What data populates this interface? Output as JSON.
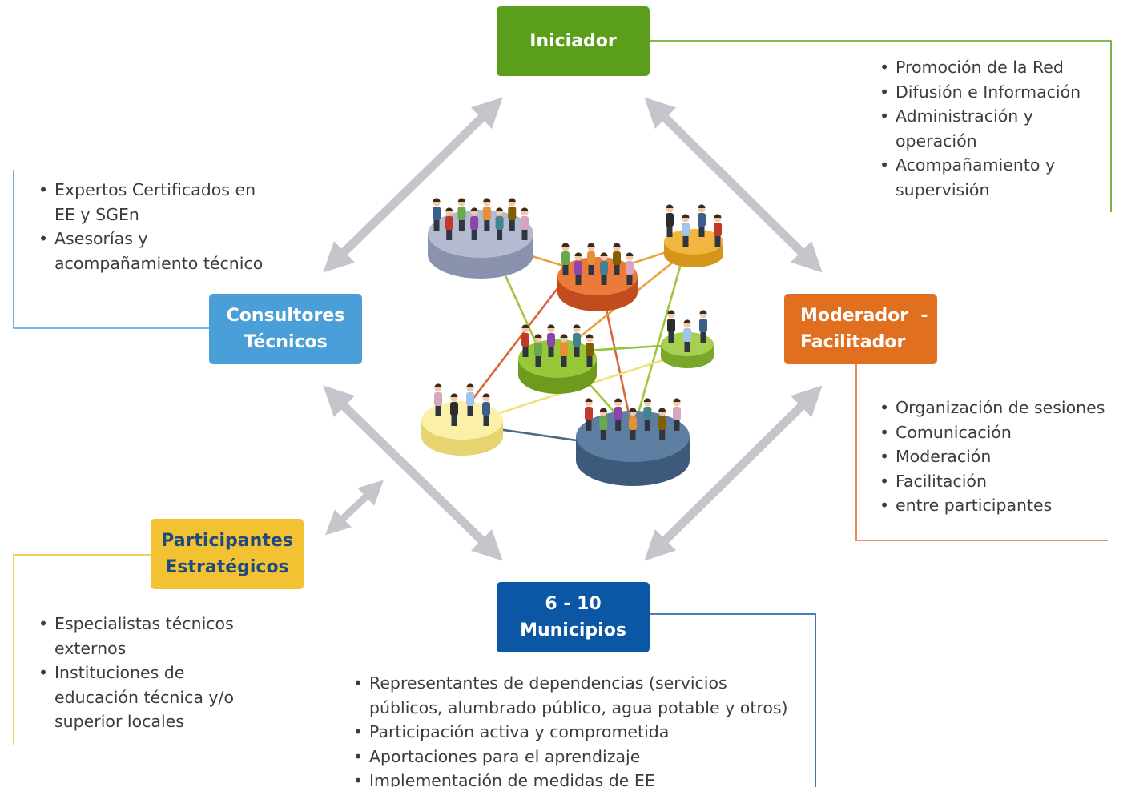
{
  "colors": {
    "iniciador": "#5a9e1c",
    "moderador": "#e07020",
    "municipios": "#0b56a5",
    "consultores": "#4a9fd8",
    "participantes": "#f2c232",
    "participantes_text": "#1f4a7e",
    "arrow": "#c4c6cc"
  },
  "roles": {
    "iniciador": {
      "lines": [
        "Iniciador"
      ]
    },
    "moderador": {
      "lines": [
        "Moderador  -",
        "Facilitador"
      ]
    },
    "municipios": {
      "lines": [
        "6 - 10",
        "Municipios"
      ]
    },
    "consultores": {
      "lines": [
        "Consultores",
        "Técnicos"
      ]
    },
    "participantes": {
      "lines": [
        "Participantes",
        "Estratégicos"
      ]
    }
  },
  "bullets": {
    "iniciador": [
      "Promoción de la Red",
      "Difusión e Información",
      "Administración y operación",
      "Acompañamiento y supervisión"
    ],
    "consultores": [
      "Expertos Certificados en EE y SGEn",
      "Asesorías y acompañamiento técnico"
    ],
    "moderador": [
      "Organización de sesiones",
      "Comunicación",
      "Moderación",
      "Facilitación",
      "entre participantes"
    ],
    "participantes": [
      "Especialistas técnicos externos",
      "Instituciones de educación técnica y/o superior locales"
    ],
    "municipios": [
      "Representantes de dependencias (servicios públicos, alumbrado público, agua potable y otros)",
      "Participación activa y comprometida",
      "Aportaciones para el aprendizaje",
      "Implementación de medidas de EE"
    ]
  },
  "network": {
    "platforms": [
      "lavender",
      "orange",
      "amber",
      "green",
      "lime",
      "yellow",
      "navy"
    ]
  }
}
